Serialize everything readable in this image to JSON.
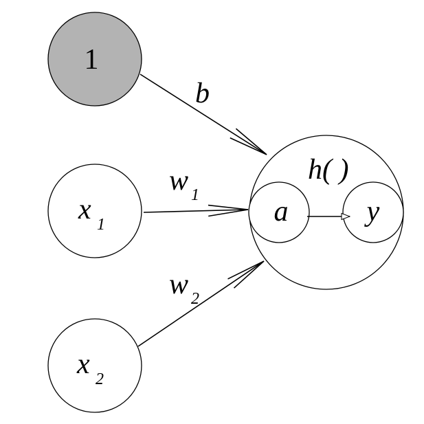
{
  "nodes": {
    "bias": {
      "label": "1",
      "fill": "#b3b3b3"
    },
    "x1": {
      "base": "x",
      "sub": "1"
    },
    "x2": {
      "base": "x",
      "sub": "2"
    },
    "neuron": {
      "func": "h( )"
    },
    "a": {
      "label": "a"
    },
    "y": {
      "label": "y"
    }
  },
  "edges": {
    "bias_weight": {
      "label": "b"
    },
    "w1": {
      "base": "w",
      "sub": "1"
    },
    "w2": {
      "base": "w",
      "sub": "2"
    }
  }
}
